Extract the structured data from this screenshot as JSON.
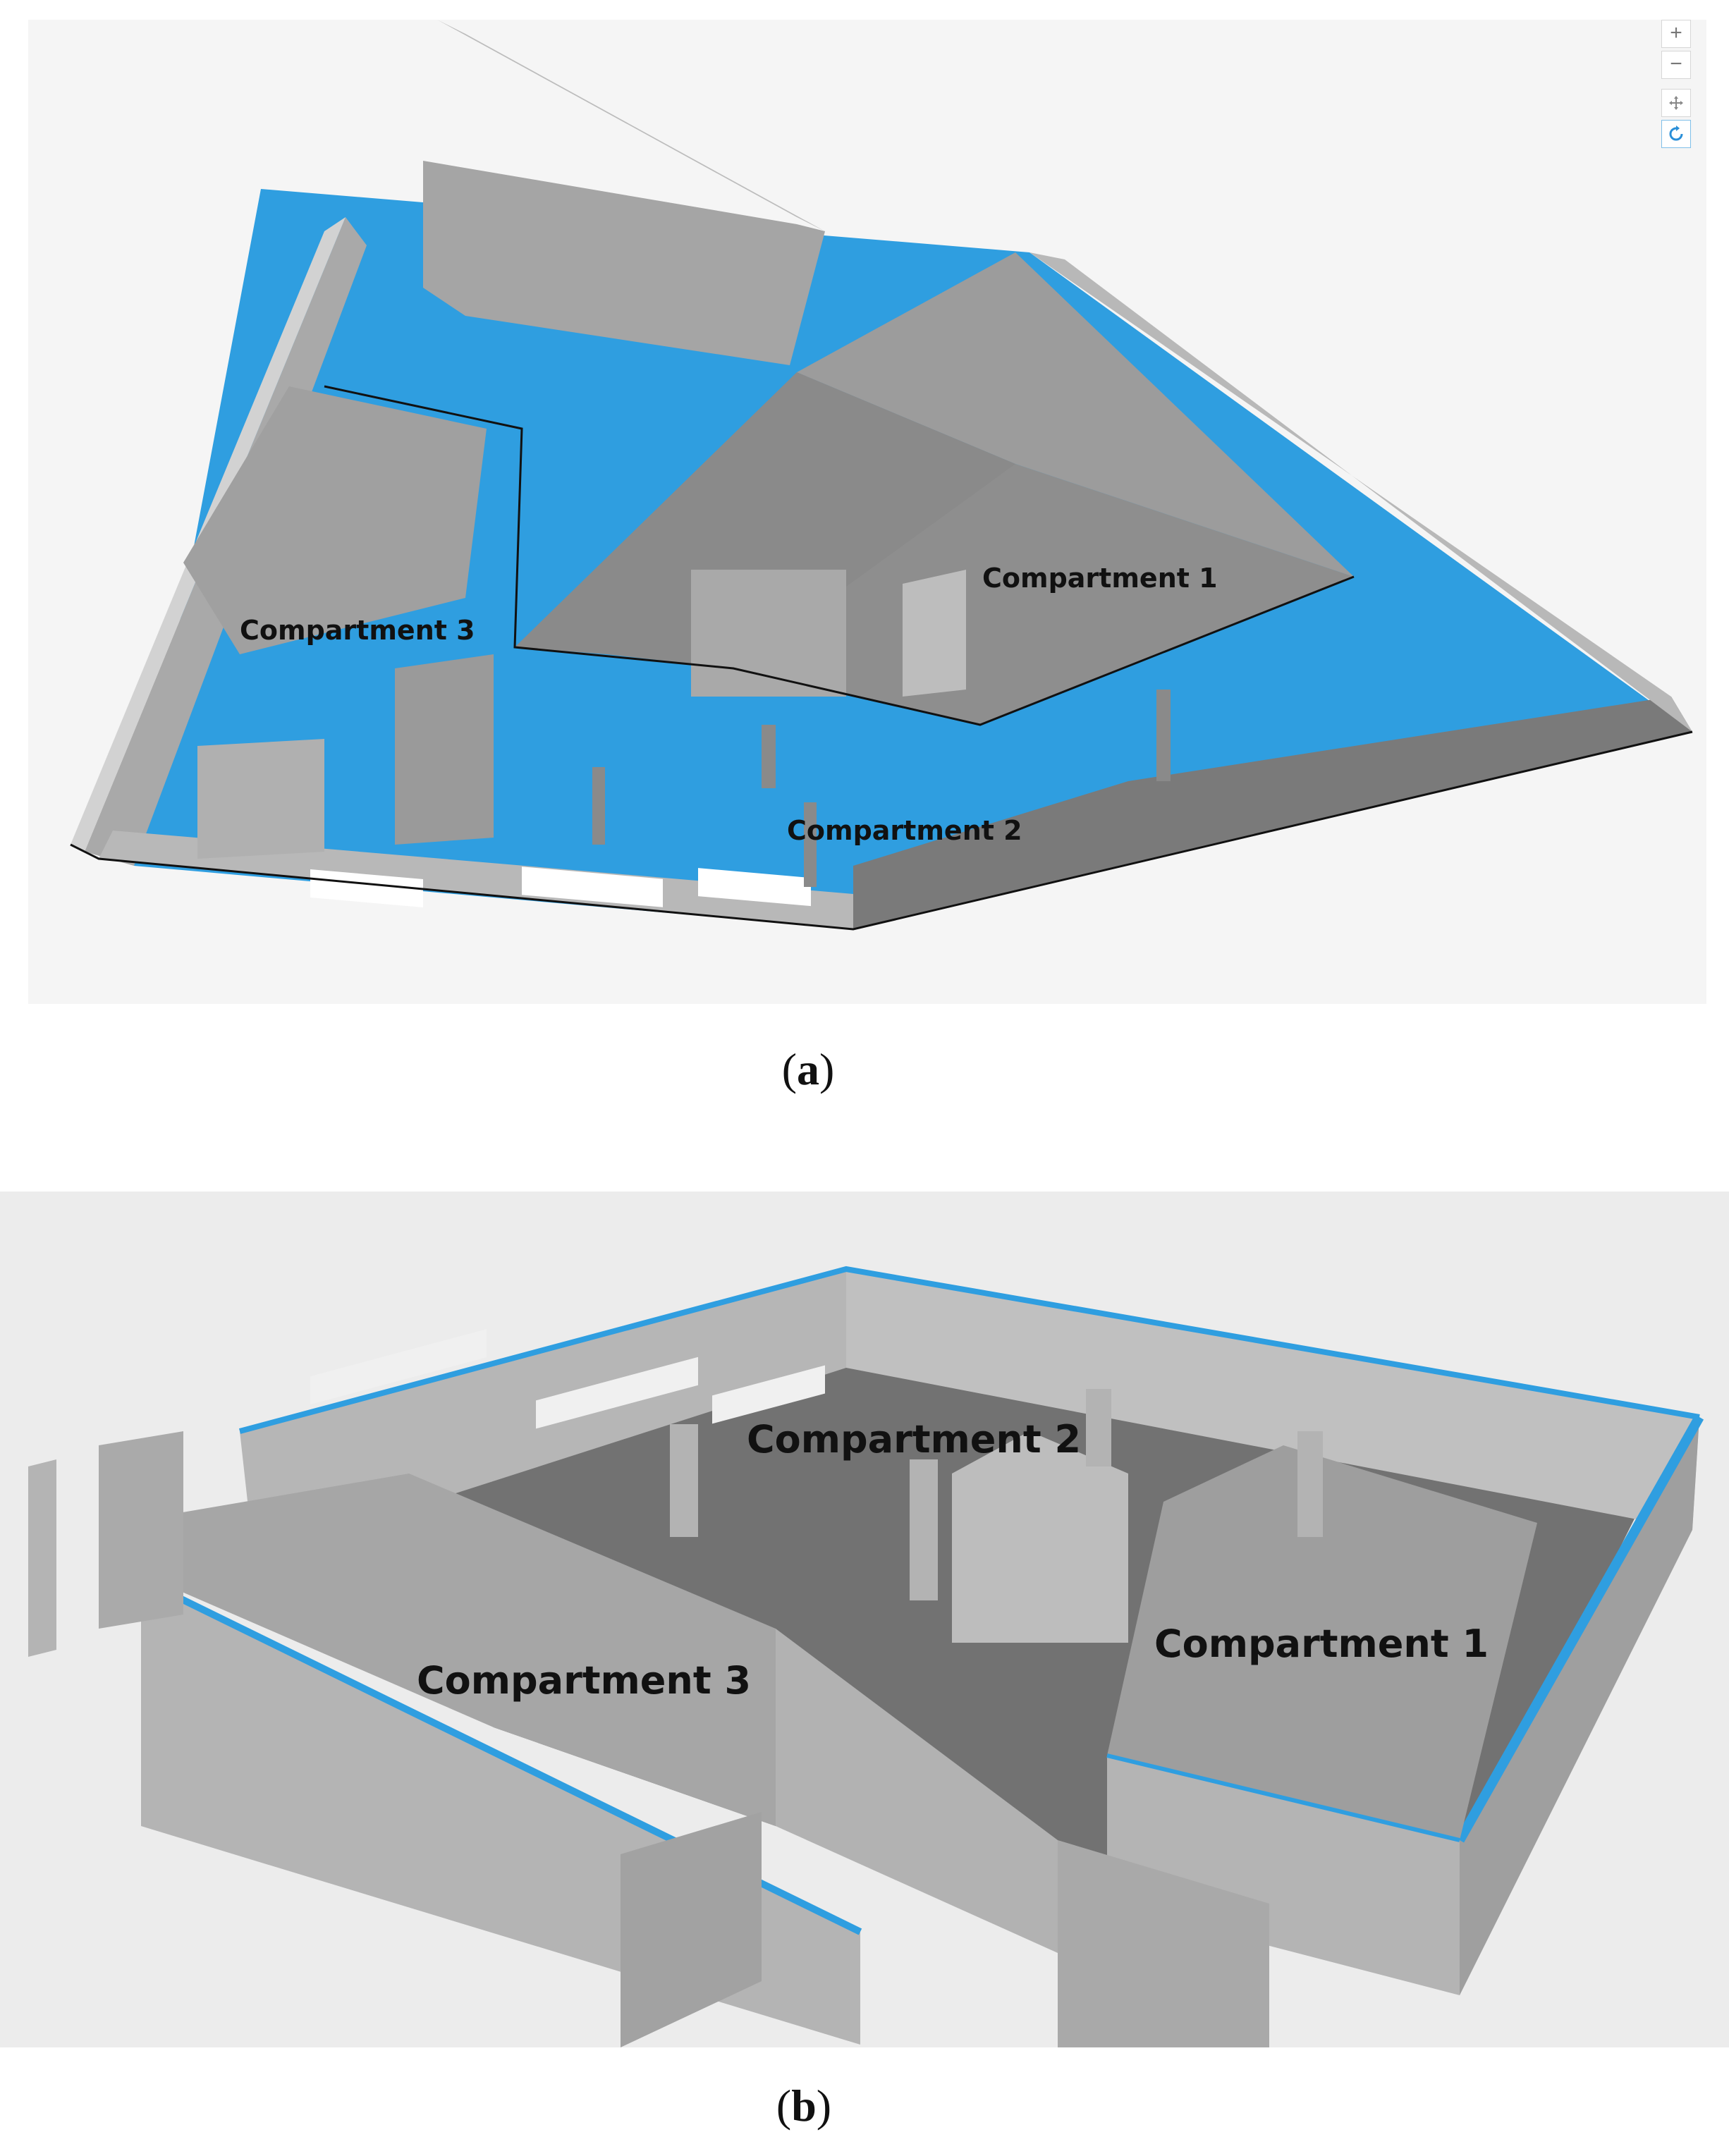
{
  "figure": {
    "panel_a": {
      "labels": {
        "compartment_1": "Compartment 1",
        "compartment_2": "Compartment 2",
        "compartment_3": "Compartment 3"
      },
      "caption_letter": "a",
      "navigation": {
        "zoom_in": "+",
        "zoom_out": "−",
        "icons": [
          "zoom-in-icon",
          "zoom-out-icon",
          "pan-icon",
          "rotate-icon"
        ]
      }
    },
    "panel_b": {
      "labels": {
        "compartment_1": "Compartment 1",
        "compartment_2": "Compartment 2",
        "compartment_3": "Compartment 3"
      },
      "caption_letter": "b"
    }
  },
  "colors": {
    "floor_blue": "#2f9ee0",
    "wall_light": "#b5b5b5",
    "wall_mid": "#9a9a9a",
    "wall_dark": "#7c7c7c",
    "floor_grey": "#727272",
    "background": "#f5f5f5"
  }
}
